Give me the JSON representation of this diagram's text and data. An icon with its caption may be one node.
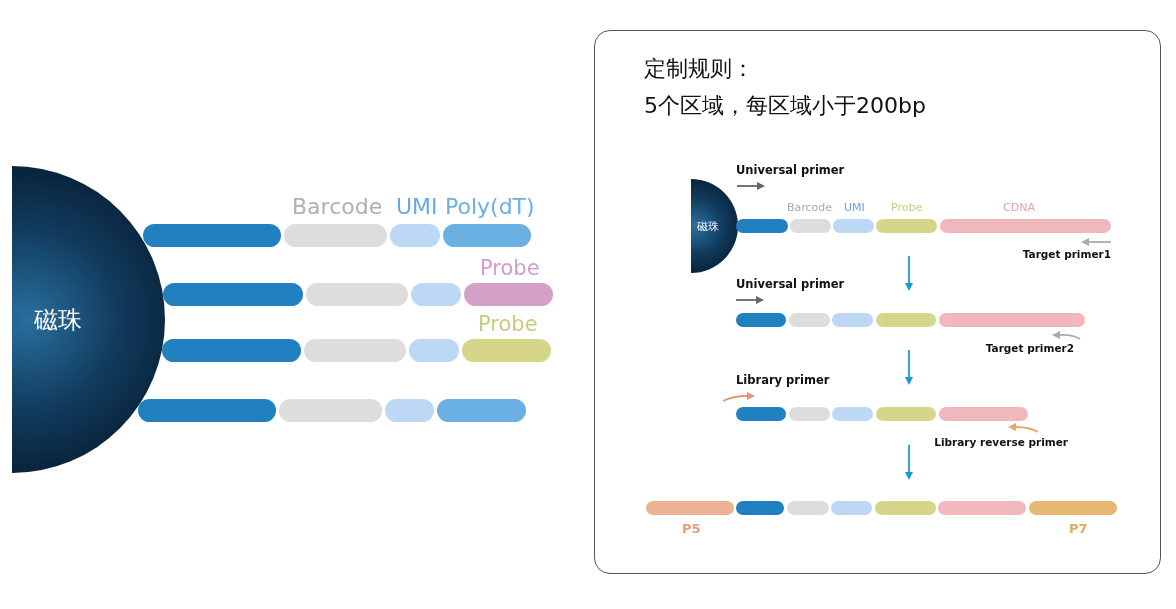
{
  "diagram": {
    "nodes": [
      {
        "text": [
          "磁珠"
        ]
      },
      {
        "text": [
          "定制规则：",
          "5个区域，每区域小于200bp"
        ]
      },
      {
        "text": [
          "磁珠"
        ],
        "in": 1
      }
    ],
    "labels": [
      "Barcode",
      "UMI",
      "Poly(dT)",
      "Probe",
      "Probe",
      "Universal primer",
      "Barcode",
      "UMI",
      "Probe",
      "CDNA",
      "Target primer1",
      "Universal primer",
      "Target primer2",
      "Library primer",
      "Library reverse primer",
      "P5",
      "P7"
    ]
  }
}
